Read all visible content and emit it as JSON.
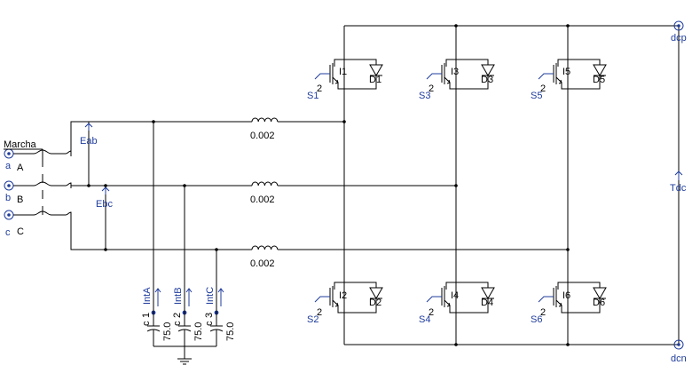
{
  "colors": {
    "wire": "#000000",
    "label": "#1f3c9c",
    "background": "#ffffff"
  },
  "circuit": {
    "breaker_label": "Marcha",
    "ac_nodes": [
      {
        "node": "a",
        "phase": "A"
      },
      {
        "node": "b",
        "phase": "B"
      },
      {
        "node": "c",
        "phase": "C"
      }
    ],
    "voltage_meters": [
      "Eab",
      "Ebc"
    ],
    "inductors": [
      "0.002",
      "0.002",
      "0.002"
    ],
    "current_meters": [
      "IntA",
      "IntB",
      "IntC"
    ],
    "capacitors": [
      {
        "name": "c",
        "index": "1",
        "value": "75.0"
      },
      {
        "name": "c",
        "index": "2",
        "value": "75.0"
      },
      {
        "name": "c",
        "index": "3",
        "value": "75.0"
      }
    ],
    "switches": [
      {
        "igbt": "I1",
        "diode": "D1",
        "gate": "S1",
        "pin": "2"
      },
      {
        "igbt": "I3",
        "diode": "D3",
        "gate": "S3",
        "pin": "2"
      },
      {
        "igbt": "I5",
        "diode": "D5",
        "gate": "S5",
        "pin": "2"
      },
      {
        "igbt": "I2",
        "diode": "D2",
        "gate": "S2",
        "pin": "2"
      },
      {
        "igbt": "I4",
        "diode": "D4",
        "gate": "S4",
        "pin": "2"
      },
      {
        "igbt": "I6",
        "diode": "D6",
        "gate": "S6",
        "pin": "2"
      }
    ],
    "dc_nodes": [
      "dcp",
      "dcn"
    ],
    "dc_meter": "Tdc"
  }
}
